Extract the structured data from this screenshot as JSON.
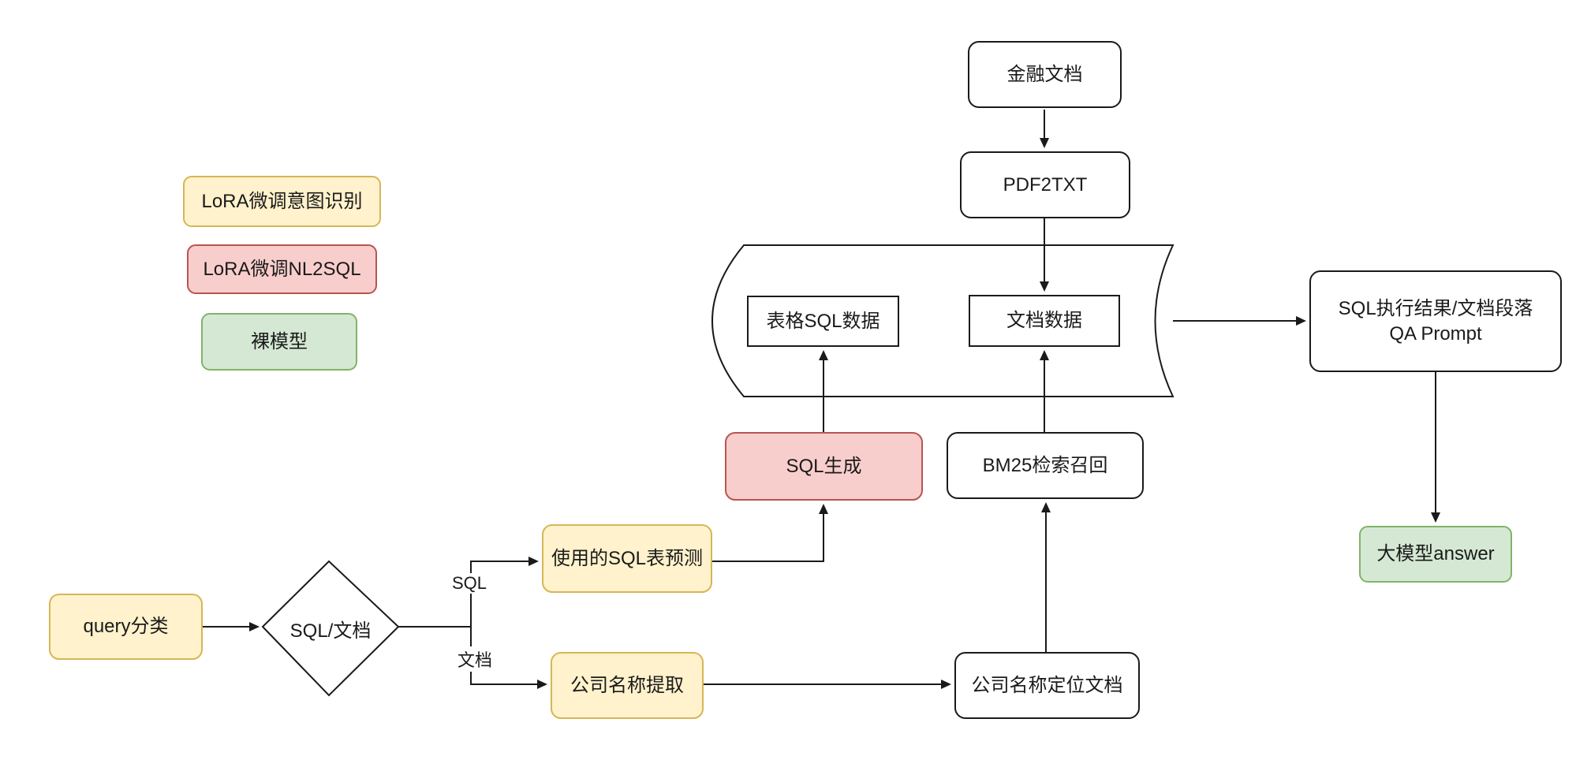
{
  "diagram": {
    "legend": {
      "intent": {
        "label": "LoRA微调意图识别",
        "fill": "#FFF2CC",
        "stroke": "#D6B656"
      },
      "nl2sql": {
        "label": "LoRA微调NL2SQL",
        "fill": "#F8CECC",
        "stroke": "#B85450"
      },
      "bare": {
        "label": "裸模型",
        "fill": "#D5E8D4",
        "stroke": "#82B366"
      }
    },
    "nodes": {
      "finance_doc": {
        "label": "金融文档"
      },
      "pdf2txt": {
        "label": "PDF2TXT"
      },
      "table_sql_data": {
        "label": "表格SQL数据"
      },
      "doc_data": {
        "label": "文档数据"
      },
      "sql_gen": {
        "label": "SQL生成"
      },
      "bm25": {
        "label": "BM25检索召回"
      },
      "qa_prompt": {
        "line1": "SQL执行结果/文档段落",
        "line2": "QA Prompt"
      },
      "llm_answer": {
        "label": "大模型answer"
      },
      "query_classify": {
        "label": "query分类"
      },
      "decision": {
        "label": "SQL/文档"
      },
      "sql_table_predict": {
        "label": "使用的SQL表预测"
      },
      "company_extract": {
        "label": "公司名称提取"
      },
      "company_locate": {
        "label": "公司名称定位文档"
      }
    },
    "edge_labels": {
      "sql_branch": "SQL",
      "doc_branch": "文档"
    },
    "colors": {
      "stroke_dark": "#1a1a1a",
      "background": "#ffffff"
    }
  }
}
